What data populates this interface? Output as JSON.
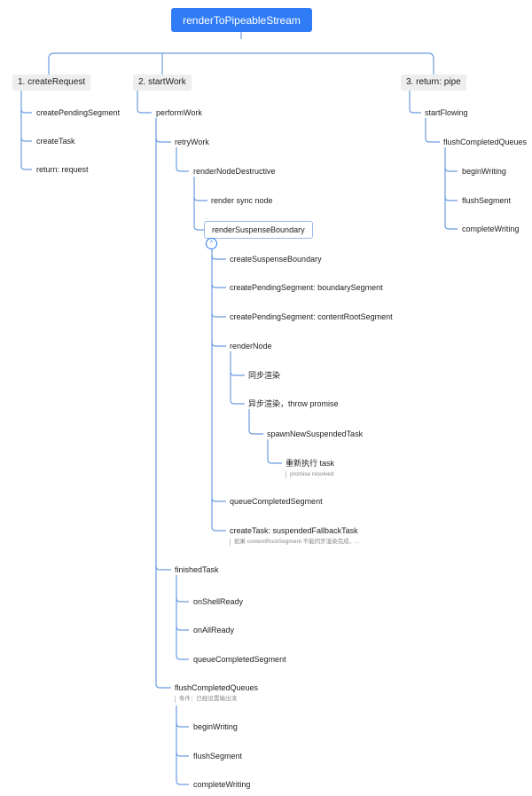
{
  "root": "renderToPipeableStream",
  "branches": {
    "createRequest": {
      "label": "1. createRequest",
      "children": [
        "createPendingSegment",
        "createTask",
        "return: request"
      ]
    },
    "startWork": {
      "label": "2. startWork",
      "performWork": "performWork",
      "retryWork": "retryWork",
      "renderNodeDestructive": "renderNodeDestructive",
      "renderSyncNode": "render sync node",
      "renderSuspenseBoundary": "renderSuspenseBoundary",
      "suspense_children": {
        "createSuspenseBoundary": "createSuspenseBoundary",
        "createPendingSegmentBoundary": "createPendingSegment: boundarySegment",
        "createPendingSegmentContent": "createPendingSegment: contentRootSegment",
        "renderNode": "renderNode",
        "syncRender": "同步渲染",
        "asyncRender": "异步渲染，throw promise",
        "spawnNewSuspendedTask": "spawnNewSuspendedTask",
        "reexecuteTask": "重新执行 task",
        "reexecuteNote": "promise resolved",
        "queueCompletedSegment": "queueCompletedSegment",
        "createTaskFallback": "createTask: suspendedFallbackTask",
        "createTaskFallbackNote": "如果 contentRootSegment 不能同步渲染完成，..."
      },
      "finishedTask": "finishedTask",
      "finished_children": [
        "onShellReady",
        "onAllReady",
        "queueCompletedSegment"
      ],
      "flushCompletedQueues": "flushCompletedQueues",
      "flushNote": "条件：已经设置输出流",
      "flush_children": [
        "beginWriting",
        "flushSegment",
        "completeWriting"
      ]
    },
    "pipe": {
      "label": "3. return: pipe",
      "startFlowing": "startFlowing",
      "flushCompletedQueues": "flushCompletedQueues",
      "flush_children": [
        "beginWriting",
        "flushSegment",
        "completeWriting"
      ]
    }
  },
  "colors": {
    "accent": "#2f7cf6",
    "line": "#6a9be0",
    "level1_bg": "#eeeeee"
  },
  "icons": {
    "collapse": "chevron-up-icon"
  }
}
